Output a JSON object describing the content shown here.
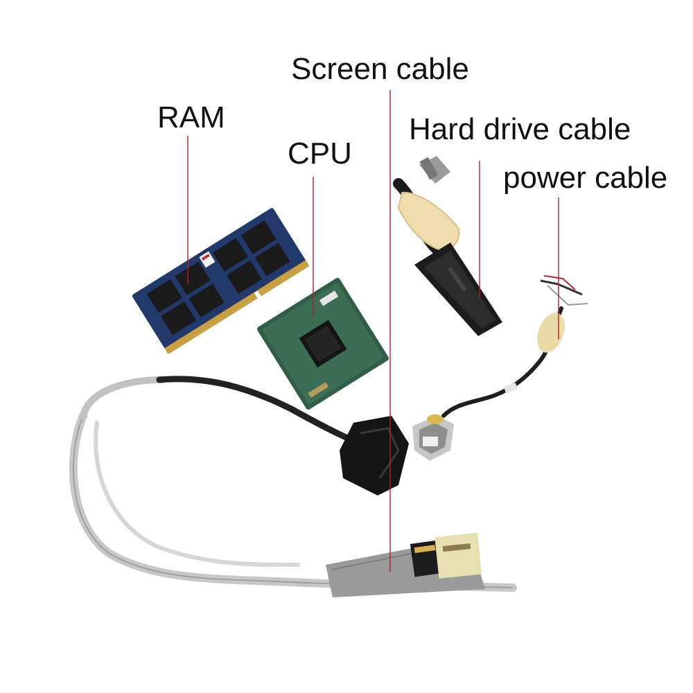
{
  "labels": {
    "ram": "RAM",
    "cpu": "CPU",
    "screen_cable": "Screen cable",
    "hard_drive_cable": "Hard drive cable",
    "power_cable": "power cable"
  },
  "colors": {
    "background": "#ffffff",
    "label_text": "#111111",
    "leader_line": "#b0202a",
    "ram_pcb": "#22396b",
    "ram_chip": "#1a1a1a",
    "gold_contacts": "#c8a040",
    "cpu_substrate": "#2f5d47",
    "cpu_die": "#151515",
    "cable_black": "#202020",
    "cable_grey": "#b9b9b9",
    "tape_beige": "#e9d79a"
  },
  "icons": [
    "ram-module",
    "cpu-chip",
    "screen-cable",
    "hard-drive-cable",
    "power-cable"
  ]
}
